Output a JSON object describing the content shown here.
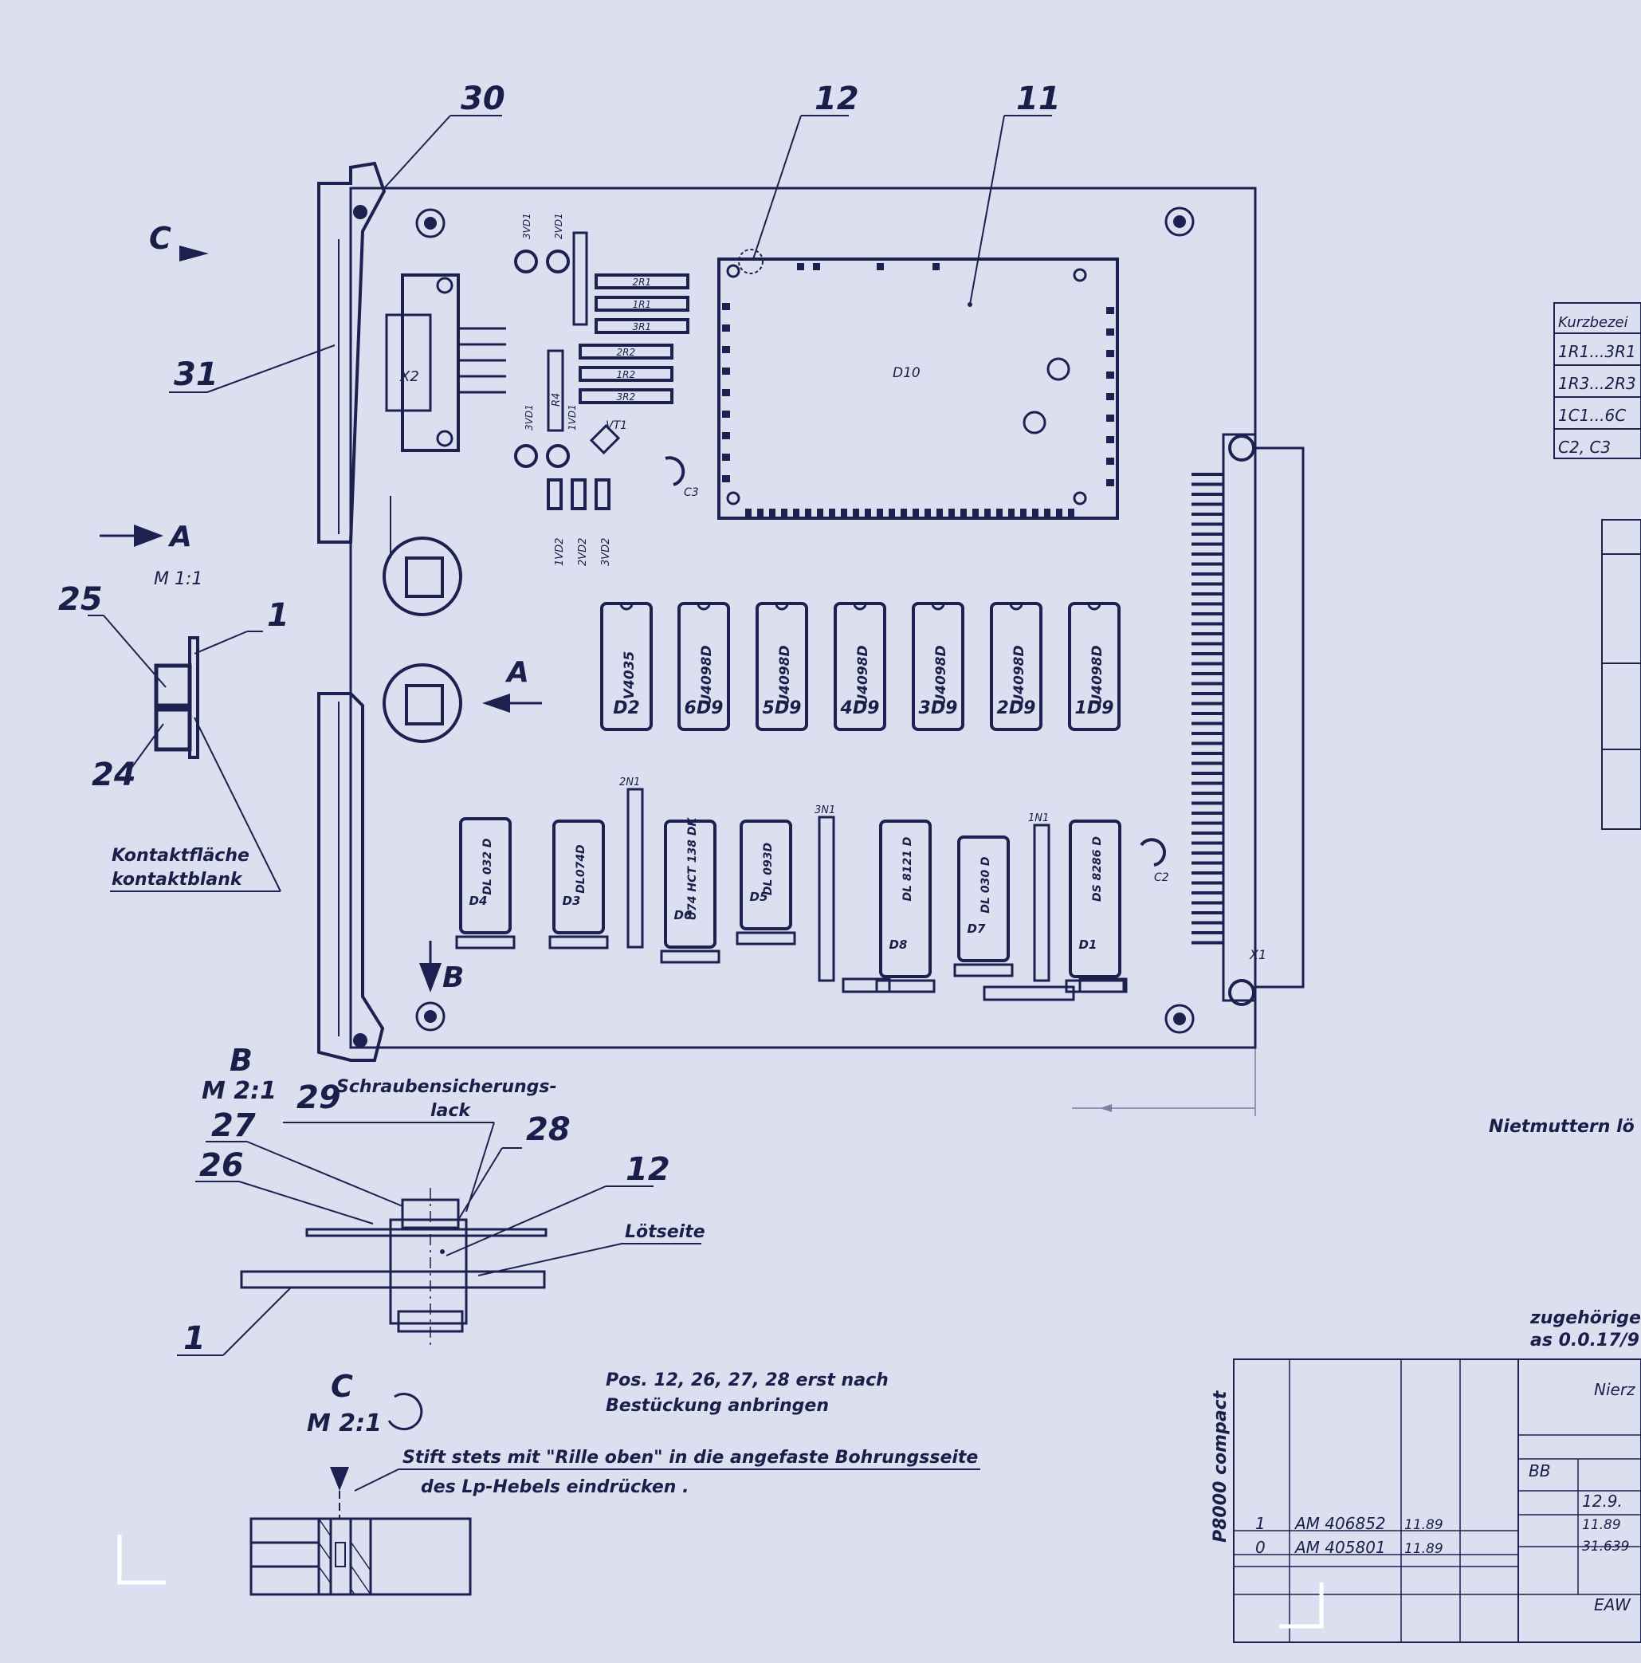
{
  "callouts": {
    "c30": "30",
    "c12_top": "12",
    "c11": "11",
    "c31": "31",
    "c25": "25",
    "c1_left": "1",
    "c24": "24",
    "c27": "27",
    "c29": "29",
    "c28": "28",
    "c26": "26",
    "c12_bot": "12",
    "c1_bot": "1"
  },
  "views": {
    "c_arrow": "C",
    "a_arrow": "A",
    "a_scale": "M 1:1",
    "a_section": "A",
    "b_section": "B",
    "b_title": "B",
    "b_scale": "M 2:1",
    "c_title": "C",
    "c_scale": "M 2:1"
  },
  "notes": {
    "kontakt_1": "Kontaktfläche",
    "kontakt_2": "kontaktblank",
    "schrauben_1": "Schraubensicherungs-",
    "schrauben_2": "lack",
    "loetseite": "Lötseite",
    "pos_1": "Pos. 12, 26, 27, 28 erst nach",
    "pos_2": "Bestückung anbringen",
    "stift_1": "Stift stets mit \"Rille oben\" in die angefaste Bohrungsseite",
    "stift_2": "des Lp-Hebels eindrücken .",
    "nietmuttern": "Nietmuttern lö",
    "zugehoerige_1": "zugehörige",
    "zugehoerige_2": "as 0.0.17/9",
    "vertical": "P8000 compact"
  },
  "board": {
    "x2": "X2",
    "x1": "X1",
    "d10": "D10",
    "vt1": "VT1",
    "c3": "C3",
    "c2": "C2",
    "r4": "R4",
    "zn1": "2N1",
    "n3": "3N1",
    "n1": "1N1",
    "r_labels": [
      "2R1",
      "1R1",
      "3R1",
      "2R2",
      "1R2",
      "3R2"
    ],
    "vd_top": [
      "3VD1",
      "2VD1"
    ],
    "vd_mid": [
      "3VD1",
      "1VD1"
    ],
    "vd_bot": [
      "1VD2",
      "2VD2",
      "3VD2"
    ],
    "top_chips": [
      {
        "type": "V4035",
        "ref": "D2"
      },
      {
        "type": "U4098D",
        "ref": "6D9"
      },
      {
        "type": "U4098D",
        "ref": "5D9"
      },
      {
        "type": "U4098D",
        "ref": "4D9"
      },
      {
        "type": "U4098D",
        "ref": "3D9"
      },
      {
        "type": "U4098D",
        "ref": "2D9"
      },
      {
        "type": "U4098D",
        "ref": "1D9"
      }
    ],
    "bottom_chips": [
      {
        "type": "DL 032 D",
        "ref": "D4"
      },
      {
        "type": "DL074D",
        "ref": "D3"
      },
      {
        "type": "U74 HCT 138 DK",
        "ref": "D6"
      },
      {
        "type": "DL 093D",
        "ref": "D5"
      },
      {
        "type": "DL 8121 D",
        "ref": "D8"
      },
      {
        "type": "DL 030 D",
        "ref": "D7"
      },
      {
        "type": "DS 8286 D",
        "ref": "D1"
      }
    ]
  },
  "table_right": {
    "header": "Kurzbezei",
    "rows": [
      "1R1...3R1",
      "1R3...2R3",
      "1C1...6C",
      "C2, C3"
    ]
  },
  "title_block": {
    "rev_rows": [
      {
        "idx": "1",
        "doc": "AM 406852",
        "date": "11.89"
      },
      {
        "idx": "0",
        "doc": "AM 405801",
        "date": "11.89"
      }
    ],
    "format": "BB",
    "date_1": "12.9.",
    "date_2": "11.89",
    "date_3": "31.639",
    "maker": "EAW",
    "title_stub": "Nierz"
  }
}
